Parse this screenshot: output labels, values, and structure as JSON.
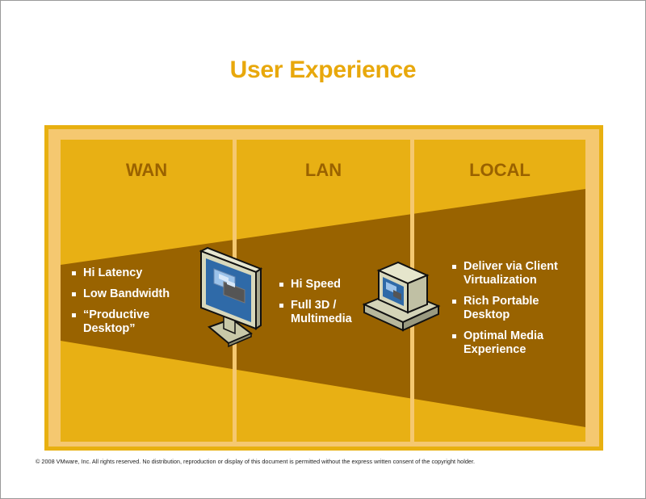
{
  "slide": {
    "title": "User Experience",
    "colors": {
      "title": "#E8A80C",
      "frame_outer": "#E8B010",
      "frame_light": "#F5C870",
      "panel": "#E8B014",
      "band": "#996300",
      "heading": "#9A6200"
    },
    "columns": [
      {
        "heading": "WAN",
        "icon": "flat-panel-monitor-icon",
        "bullets": [
          "Hi Latency",
          "Low Bandwidth",
          "“Productive Desktop”"
        ]
      },
      {
        "heading": "LAN",
        "icon": "desktop-computer-icon",
        "bullets": [
          "Hi Speed",
          "Full 3D / Multimedia"
        ]
      },
      {
        "heading": "LOCAL",
        "icon": "",
        "bullets": [
          "Deliver via Client Virtualization",
          "Rich Portable Desktop",
          "Optimal Media Experience"
        ]
      }
    ],
    "footer": "© 2008 VMware, Inc.  All rights reserved.  No distribution, reproduction or display of this document is permitted without the express written consent of the copyright holder."
  }
}
